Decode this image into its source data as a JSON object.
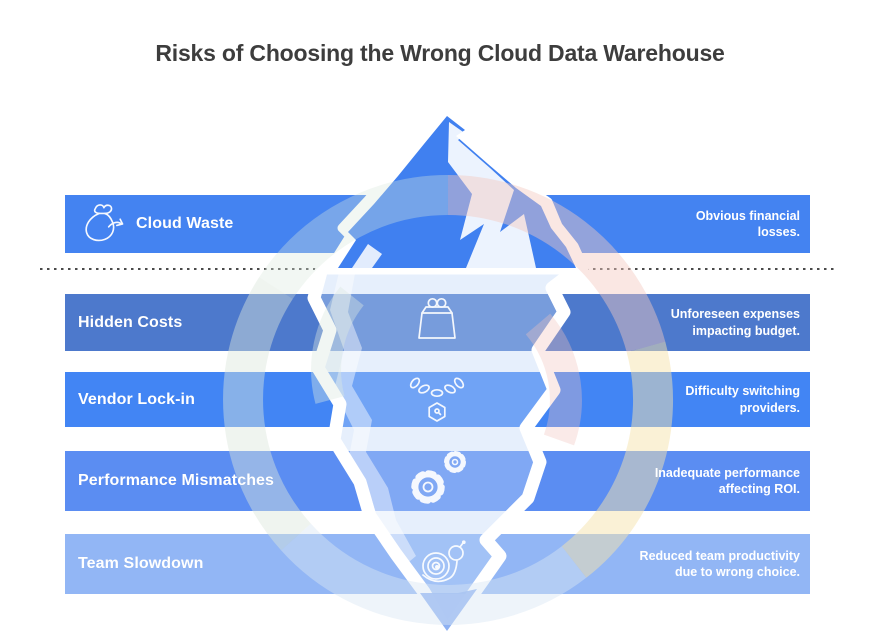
{
  "title": "Risks of Choosing the Wrong Cloud Data Warehouse",
  "palette": {
    "iceberg_blue": "#4080f0",
    "underwater_tint": "#82a8f1",
    "text_on_bars": "#ffffff",
    "title_color": "#3d3d3d",
    "waterline_color": "#4a4a4a"
  },
  "rows": [
    {
      "label": "Cloud Waste",
      "description": "Obvious financial losses.",
      "icon": "money-bag-icon",
      "color": "#4483f1"
    },
    {
      "label": "Hidden Costs",
      "description": "Unforeseen expenses impacting budget.",
      "icon": "coin-purse-icon",
      "color": "#4d79cc"
    },
    {
      "label": "Vendor Lock-in",
      "description": "Difficulty switching providers.",
      "icon": "chain-pendant-icon",
      "color": "#4285f4"
    },
    {
      "label": "Performance Mismatches",
      "description": "Inadequate performance affecting ROI.",
      "icon": "gears-icon",
      "color": "#5b8df2"
    },
    {
      "label": "Team Slowdown",
      "description": "Reduced team productivity due to wrong choice.",
      "icon": "snail-icon",
      "color": "#92b6f5"
    }
  ]
}
